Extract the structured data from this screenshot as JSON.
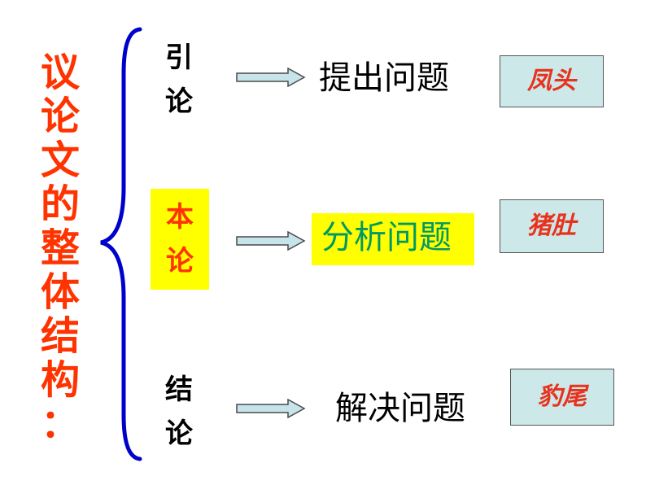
{
  "title": {
    "chars": [
      "议",
      "论",
      "文",
      "的",
      "整",
      "体",
      "结",
      "构",
      "："
    ]
  },
  "sections": [
    {
      "line1": "引",
      "line2": "论",
      "task": "提出问题",
      "label": "凤头"
    },
    {
      "line1": "本",
      "line2": "论",
      "task": "分析问题",
      "label": "猪肚"
    },
    {
      "line1": "结",
      "line2": "论",
      "task": "解决问题",
      "label": "豹尾"
    }
  ],
  "colors": {
    "title": "#ff3300",
    "brace": "#0000cc",
    "highlight": "#ffff00",
    "arrow_fill": "#c6e4ea",
    "label_box": "#cce8e8",
    "label_text": "#e8321e",
    "analysis_text": "#009966"
  }
}
